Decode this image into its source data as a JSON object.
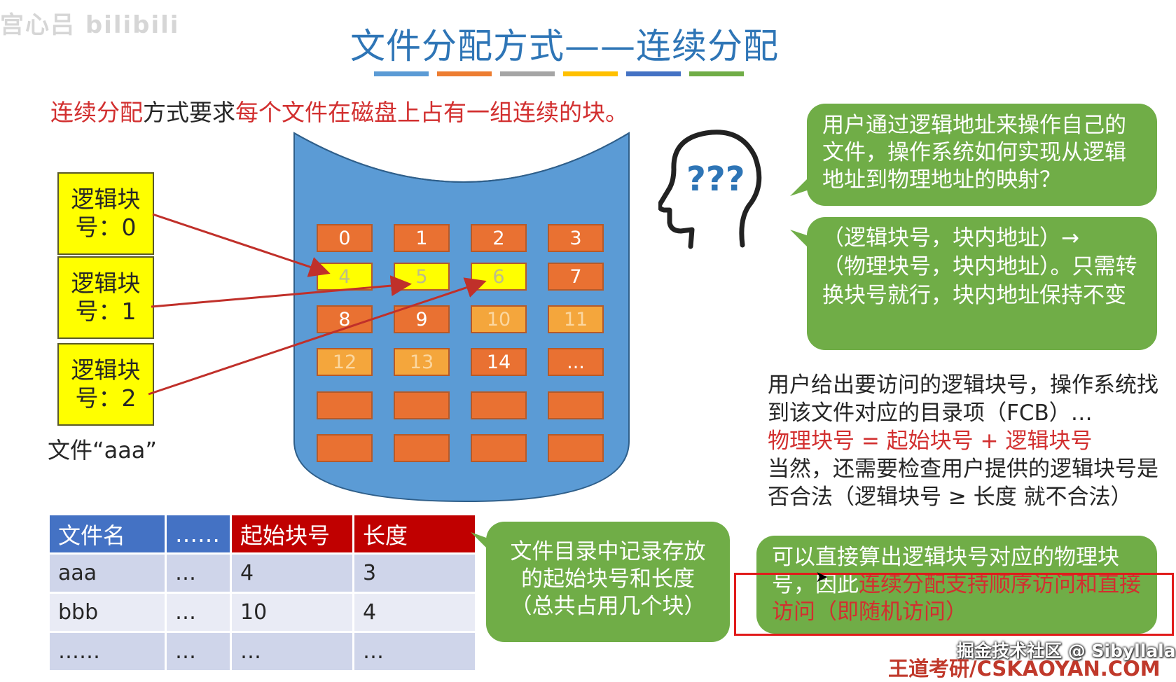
{
  "watermark": "宫心吕 bilibili",
  "title": "文件分配方式——连续分配",
  "title_bar_colors": [
    "#5b9bd5",
    "#ed7d31",
    "#a5a5a5",
    "#ffc000",
    "#4472c4",
    "#70ad47"
  ],
  "intro": {
    "part1": "连续分配",
    "part2": "方式要求",
    "part3": "每个文件在磁盘上占有一组连续的块。"
  },
  "logical_blocks": [
    {
      "line1": "逻辑块",
      "line2": "号：0"
    },
    {
      "line1": "逻辑块",
      "line2": "号：1"
    },
    {
      "line1": "逻辑块",
      "line2": "号：2"
    }
  ],
  "file_label": "文件“aaa”",
  "disk_blocks": [
    {
      "label": "0",
      "style": "normal"
    },
    {
      "label": "1",
      "style": "normal"
    },
    {
      "label": "2",
      "style": "normal"
    },
    {
      "label": "3",
      "style": "normal"
    },
    {
      "label": "4",
      "style": "yellow"
    },
    {
      "label": "5",
      "style": "yellow"
    },
    {
      "label": "6",
      "style": "yellow"
    },
    {
      "label": "7",
      "style": "normal"
    },
    {
      "label": "8",
      "style": "normal"
    },
    {
      "label": "9",
      "style": "normal"
    },
    {
      "label": "10",
      "style": "light"
    },
    {
      "label": "11",
      "style": "light"
    },
    {
      "label": "12",
      "style": "light"
    },
    {
      "label": "13",
      "style": "light"
    },
    {
      "label": "14",
      "style": "normal"
    },
    {
      "label": "...",
      "style": "normal"
    },
    {
      "label": "",
      "style": "normal"
    },
    {
      "label": "",
      "style": "normal"
    },
    {
      "label": "",
      "style": "normal"
    },
    {
      "label": "",
      "style": "normal"
    },
    {
      "label": "",
      "style": "normal"
    },
    {
      "label": "",
      "style": "normal"
    },
    {
      "label": "",
      "style": "normal"
    },
    {
      "label": "",
      "style": "normal"
    }
  ],
  "head_icon": {
    "name": "thinking-head-icon",
    "text": "???"
  },
  "bubble_top": "用户通过逻辑地址来操作自己的文件，操作系统如何实现从逻辑地址到物理地址的映射？",
  "bubble_mapping": {
    "line1": "（逻辑块号，块内地址）→",
    "line2": "（物理块号，块内地址）。只需转换块号就行，块内地址保持不变"
  },
  "explain": {
    "line1": "用户给出要访问的逻辑块号，操作系统找到该文件对应的目录项（FCB）…",
    "formula": "物理块号 = 起始块号 + 逻辑块号",
    "line3": "当然，还需要检查用户提供的逻辑块号是否合法（逻辑块号 ≥ 长度 就不合法）"
  },
  "table": {
    "headers": [
      "文件名",
      "……",
      "起始块号",
      "长度"
    ],
    "rows": [
      [
        "aaa",
        "…",
        "4",
        "3"
      ],
      [
        "bbb",
        "…",
        "10",
        "4"
      ],
      [
        "……",
        "…",
        "…",
        "…"
      ]
    ]
  },
  "bubble_directory": "文件目录中记录存放的起始块号和长度（总共占用几个块）",
  "bubble_bottom": {
    "plain": "可以直接算出逻辑块号对应的物理块号，因此",
    "red": "连续分配支持顺序访问和直接访问（即随机访问）"
  },
  "credit_juejin": "掘金技术社区 @ Sibyllala",
  "credit_site": "王道考研/CSKAOYAN.COM",
  "colors": {
    "title": "#2e75b6",
    "red": "#d22f2f",
    "green": "#70ad47",
    "block": "#e97132",
    "highlight": "#ffff00"
  }
}
